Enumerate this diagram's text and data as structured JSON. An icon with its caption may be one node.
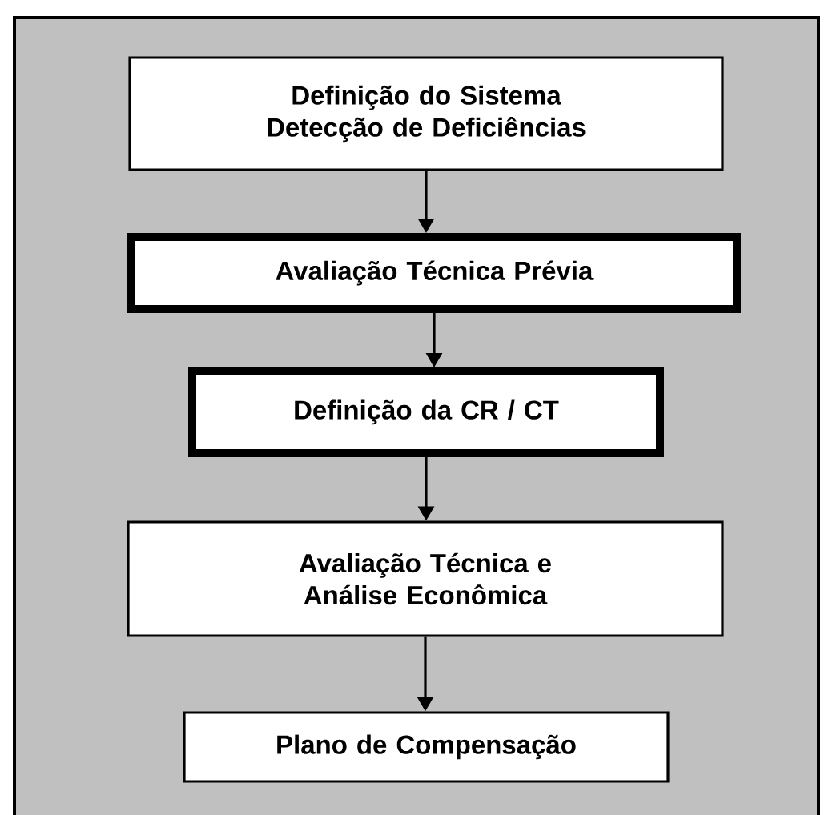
{
  "diagram": {
    "nodes": [
      {
        "text": [
          "Definição do Sistema Detecção de Deficiências"
        ]
      },
      {
        "text": [
          "Avaliação Técnica Prévia"
        ]
      },
      {
        "text": [
          "Definição da CR / CT"
        ]
      },
      {
        "text": [
          "Avaliação Técnica e Análise Econômica"
        ]
      },
      {
        "text": [
          "Plano de Compensação"
        ]
      }
    ],
    "edges": [
      {
        "from": 0,
        "to": 1,
        "arrow": "to"
      },
      {
        "from": 1,
        "to": 2,
        "arrow": "to"
      },
      {
        "from": 2,
        "to": 3,
        "arrow": "to"
      },
      {
        "from": 3,
        "to": 4,
        "arrow": "to"
      }
    ]
  }
}
